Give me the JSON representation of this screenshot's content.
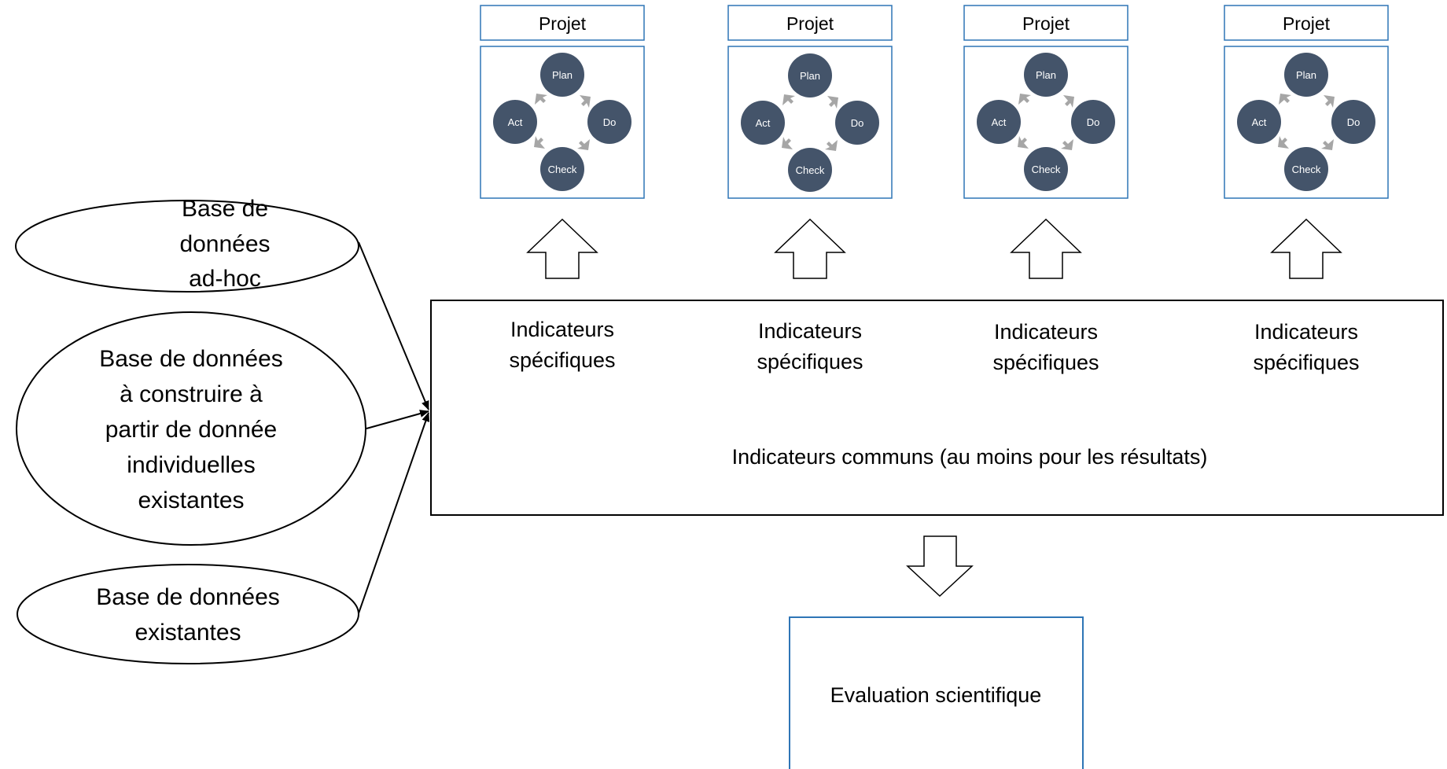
{
  "projects": [
    {
      "title": "Projet",
      "cycle": [
        "Plan",
        "Do",
        "Check",
        "Act"
      ],
      "indicator_lines": [
        "Indicateurs",
        "spécifiques"
      ]
    },
    {
      "title": "Projet",
      "cycle": [
        "Plan",
        "Do",
        "Check",
        "Act"
      ],
      "indicator_lines": [
        "Indicateurs",
        "spécifiques"
      ]
    },
    {
      "title": "Projet",
      "cycle": [
        "Plan",
        "Do",
        "Check",
        "Act"
      ],
      "indicator_lines": [
        "Indicateurs",
        "spécifiques"
      ]
    },
    {
      "title": "Projet",
      "cycle": [
        "Plan",
        "Do",
        "Check",
        "Act"
      ],
      "indicator_lines": [
        "Indicateurs",
        "spécifiques"
      ]
    }
  ],
  "common_indicators": "Indicateurs communs (au moins pour les résultats)",
  "databases": [
    {
      "lines": [
        "Base de",
        "données",
        "ad-hoc"
      ]
    },
    {
      "lines": [
        "Base de données",
        "à construire à",
        "partir de donnée",
        "individuelles",
        "existantes"
      ]
    },
    {
      "lines": [
        "Base de données",
        "existantes"
      ]
    }
  ],
  "evaluation": "Evaluation scientifique",
  "colors": {
    "project_border": "#2e75b6",
    "cycle_circle": "#44546a",
    "cycle_arrow": "#a6a6a6",
    "eval_border": "#2e75b6"
  }
}
